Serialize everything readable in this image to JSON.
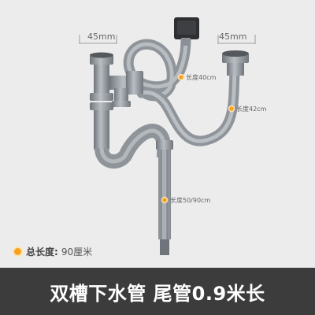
{
  "dimensions": {
    "left_diameter": "45mm",
    "right_diameter": "45mm"
  },
  "length_labels": {
    "segment_1": "长度40cm",
    "segment_2": "长度42cm",
    "segment_3": "长度50/90cm"
  },
  "total_length": {
    "label": "总长度:",
    "value": "90厘米"
  },
  "banner": {
    "title": "双槽下水管  尾管0.9米长"
  },
  "colors": {
    "background": "#ececec",
    "pipe": "#8e949a",
    "pipe_dark": "#6f757b",
    "marker": "#f6a21d",
    "banner_bg": "#3c3c3c",
    "banner_text": "#ffffff"
  }
}
